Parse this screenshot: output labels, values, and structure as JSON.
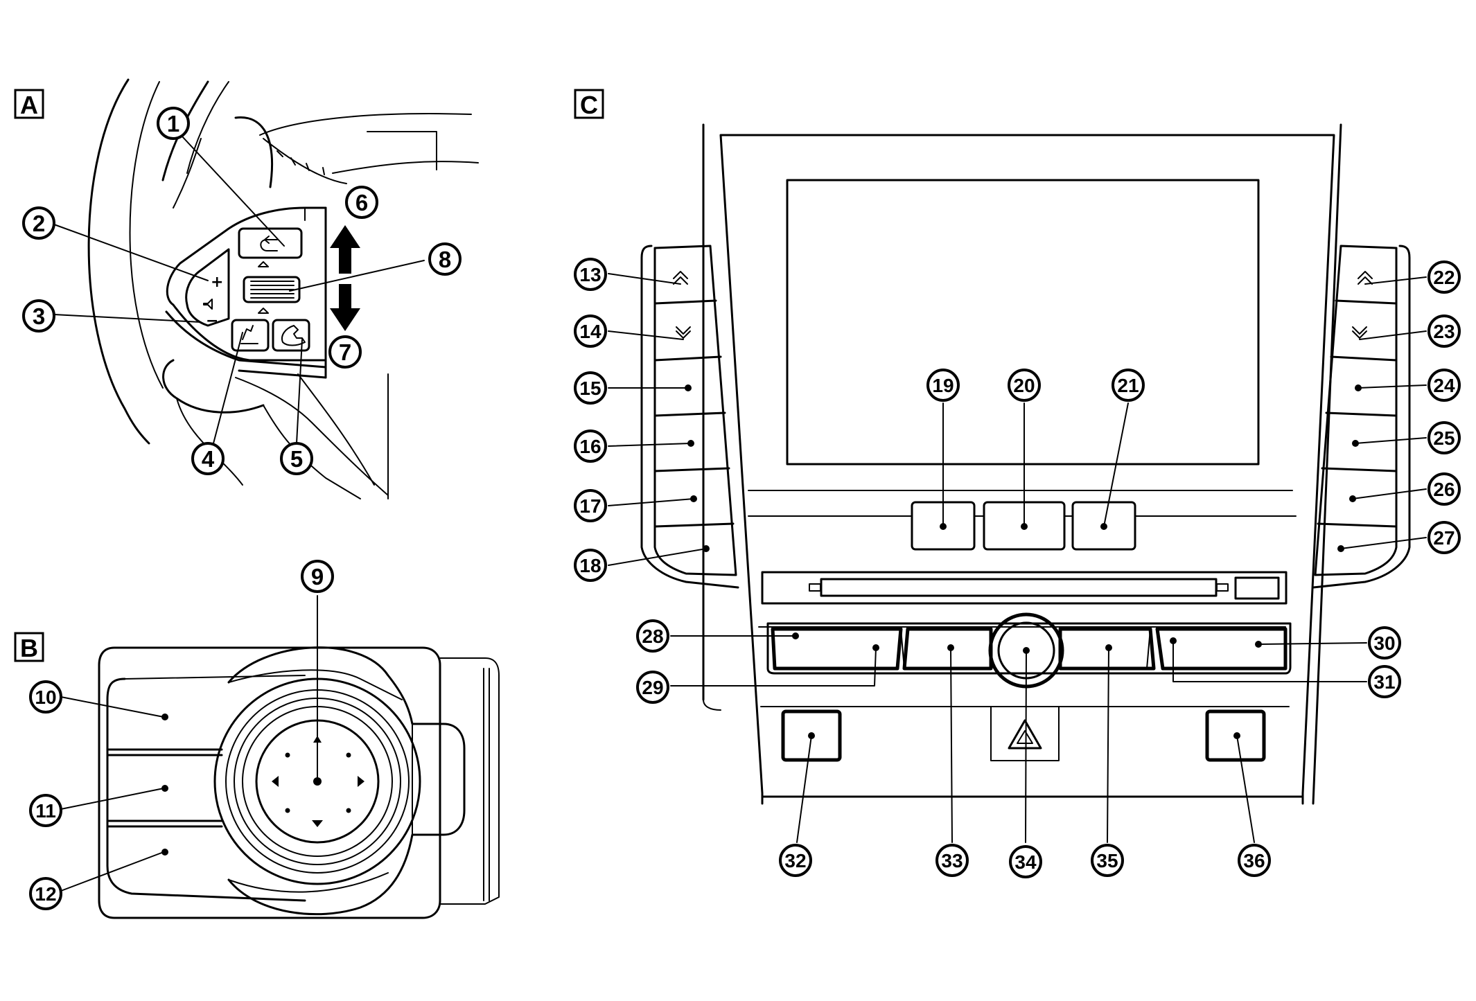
{
  "panels": [
    {
      "id": "A",
      "label": "A"
    },
    {
      "id": "B",
      "label": "B"
    },
    {
      "id": "C",
      "label": "C"
    }
  ],
  "callouts": [
    "1",
    "2",
    "3",
    "4",
    "5",
    "6",
    "7",
    "8",
    "9",
    "10",
    "11",
    "12",
    "13",
    "14",
    "15",
    "16",
    "17",
    "18",
    "19",
    "20",
    "21",
    "22",
    "23",
    "24",
    "25",
    "26",
    "27",
    "28",
    "29",
    "30",
    "31",
    "32",
    "33",
    "34",
    "35",
    "36"
  ],
  "icons": {
    "back": "back-arrow-icon",
    "volume": "speaker-icon",
    "voice": "voice-recognition-icon",
    "phone": "phone-icon",
    "up_arrow": "up-arrow-icon",
    "down_arrow": "down-arrow-icon",
    "chevron_up": "chevron-up-icon",
    "chevron_down": "chevron-down-icon",
    "hazard": "hazard-triangle-icon"
  },
  "colors": {
    "line": "#000000",
    "background": "#ffffff"
  }
}
